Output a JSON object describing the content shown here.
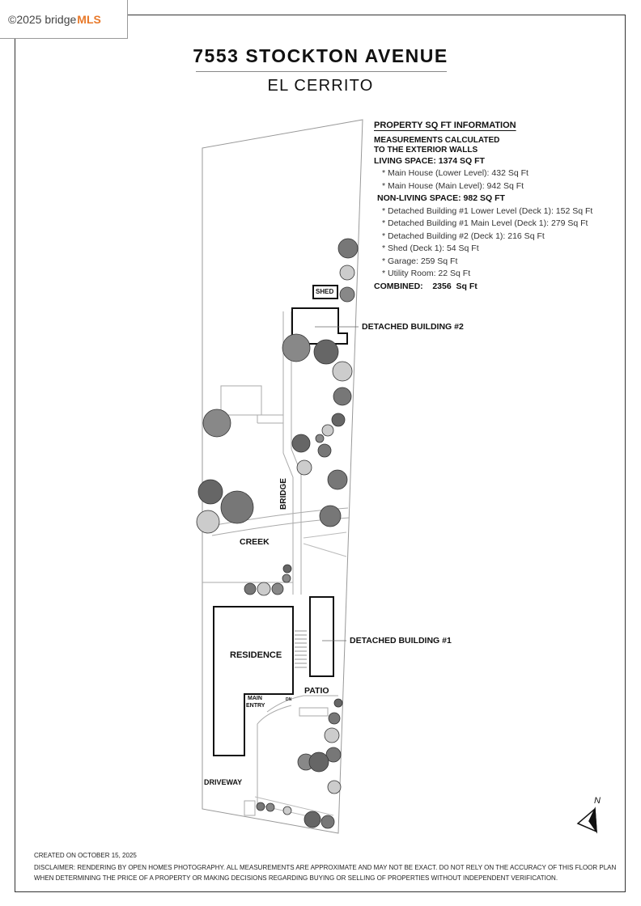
{
  "logo": {
    "prefix": "©2025 bridge",
    "suffix": "MLS"
  },
  "title": "7553 STOCKTON AVENUE",
  "subtitle": "EL CERRITO",
  "info": {
    "header": "PROPERTY SQ FT INFORMATION",
    "note_1": "MEASUREMENTS CALCULATED",
    "note_2": "TO THE EXTERIOR WALLS",
    "living_heading": "LIVING SPACE: 1374 SQ FT",
    "living_items": [
      "*   Main House (Lower Level):   432 Sq Ft",
      "*   Main House (Main Level):   942 Sq Ft"
    ],
    "nonliving_heading": "NON-LIVING SPACE: 982 SQ FT",
    "nonliving_items": [
      "*   Detached Building #1 Lower Level (Deck 1):   152 Sq Ft",
      "*   Detached Building #1 Main Level (Deck 1):   279 Sq Ft",
      "*   Detached Building #2 (Deck 1):   216 Sq Ft",
      "*   Shed (Deck 1):   54 Sq Ft",
      "*   Garage:   259 Sq Ft",
      "*   Utility Room:   22 Sq Ft"
    ],
    "combined": "COMBINED:    2356  Sq Ft"
  },
  "labels": {
    "shed": "SHED",
    "detached_2": "DETACHED BUILDING #2",
    "detached_1": "DETACHED BUILDING #1",
    "bridge": "BRIDGE",
    "creek": "CREEK",
    "residence": "RESIDENCE",
    "patio": "PATIO",
    "main_entry_1": "MAIN",
    "main_entry_2": "ENTRY",
    "driveway": "DRIVEWAY",
    "north": "N",
    "dn": "DN"
  },
  "footer": {
    "created": "CREATED ON OCTOBER 15, 2025",
    "disclaimer_1": "DISCLAIMER: RENDERING BY OPEN HOMES PHOTOGRAPHY. ALL MEASUREMENTS ARE APPROXIMATE AND MAY NOT BE EXACT. DO NOT RELY ON THE ACCURACY OF THIS FLOOR PLAN",
    "disclaimer_2": "WHEN DETERMINING THE PRICE OF A PROPERTY OR MAKING DECISIONS REGARDING BUYING OR SELLING OF PROPERTIES WITHOUT INDEPENDENT VERIFICATION."
  }
}
